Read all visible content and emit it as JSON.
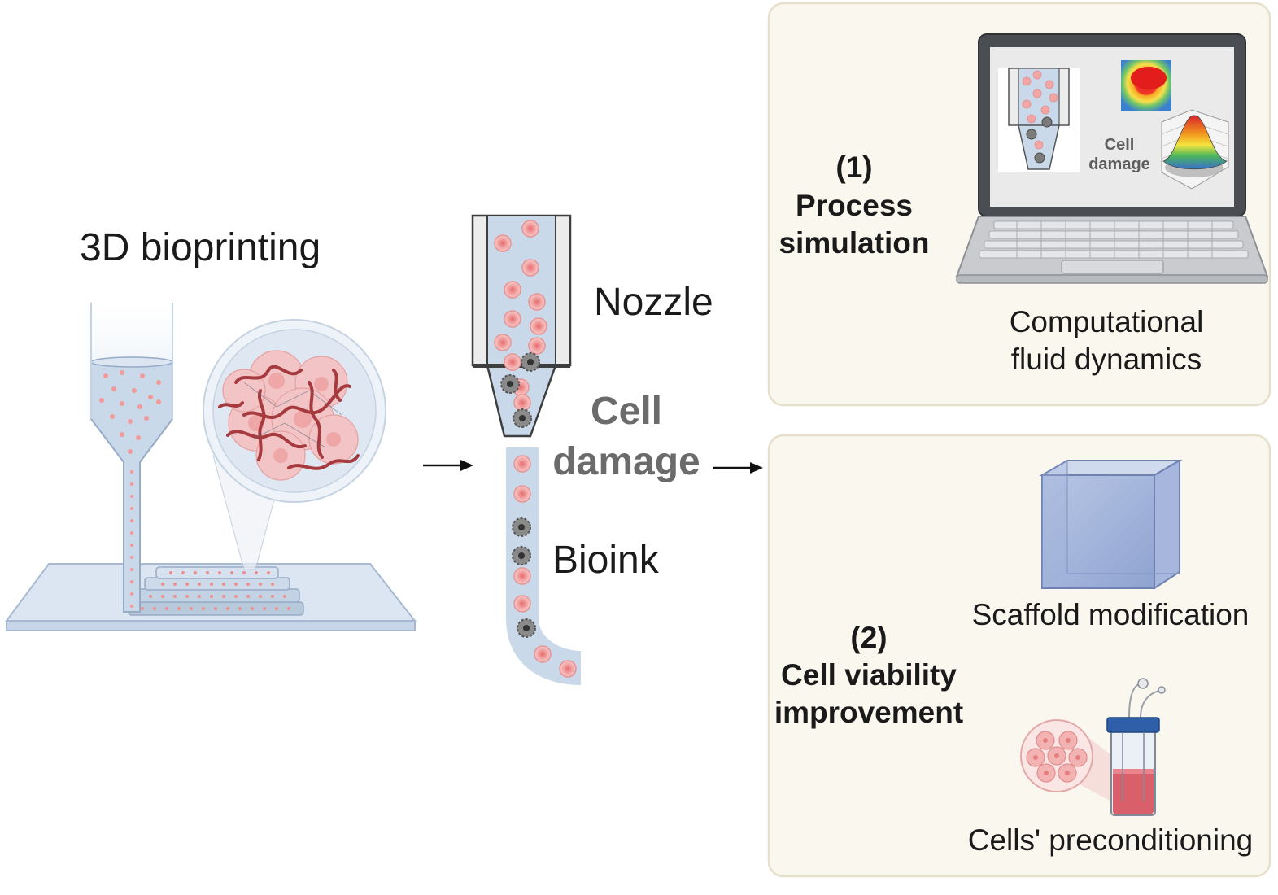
{
  "left": {
    "title": "3D bioprinting"
  },
  "middle": {
    "nozzle_label": "Nozzle",
    "damage_label_line1": "Cell",
    "damage_label_line2": "damage",
    "bioink_label": "Bioink"
  },
  "panel1": {
    "number": "(1)",
    "title_line1": "Process",
    "title_line2": "simulation",
    "screen_label_line1": "Cell",
    "screen_label_line2": "damage",
    "caption_line1": "Computational",
    "caption_line2": "fluid dynamics"
  },
  "panel2": {
    "number": "(2)",
    "title_line1": "Cell viability",
    "title_line2": "improvement",
    "item1": "Scaffold modification",
    "item2": "Cells' preconditioning"
  },
  "colors": {
    "panel_bg": "#faf7ee",
    "panel_border": "#e6dfca",
    "bioink_blue": "#c9d9ea",
    "cell_pink": "#f2a9a9",
    "cell_core": "#e06c6c",
    "damage_gray": "#6e6e6e",
    "fiber_red": "#a83a3a"
  }
}
